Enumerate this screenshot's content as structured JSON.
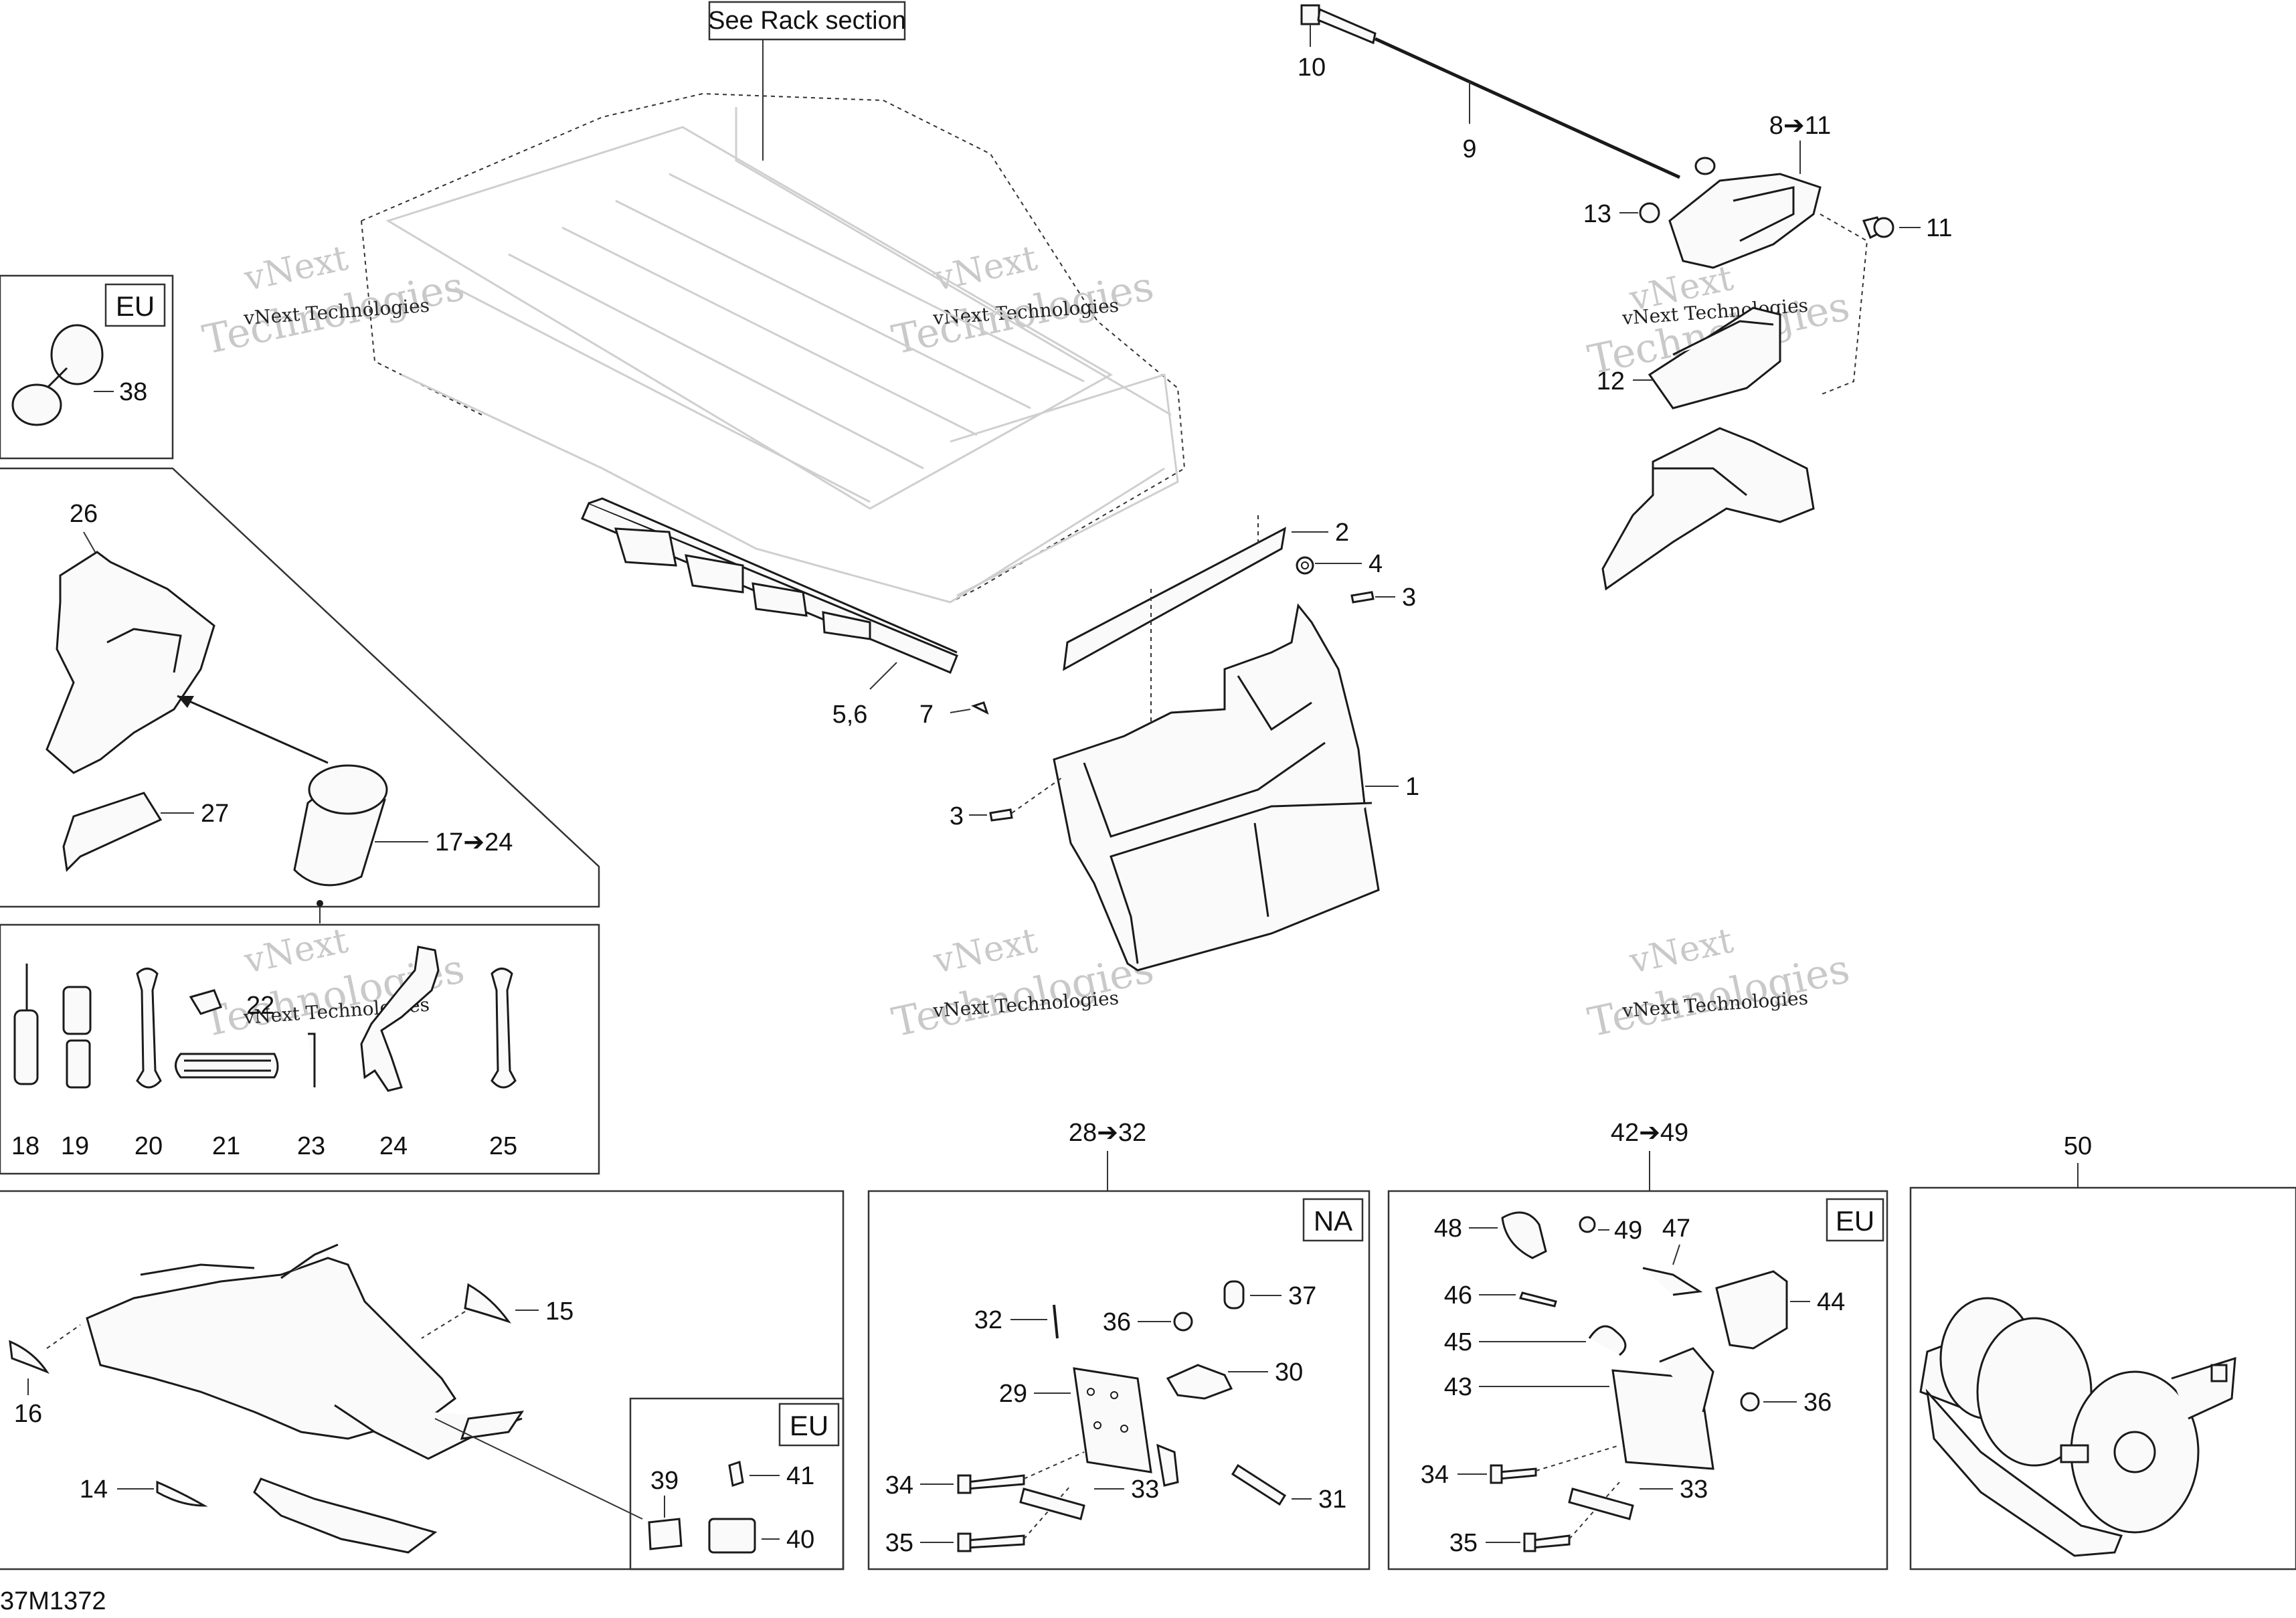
{
  "top_label": "See Rack section",
  "drawing_code": "37M1372",
  "watermark": {
    "line1": "vNext Technologies",
    "line2": "vNext",
    "line3": "Technologies"
  },
  "region_codes": {
    "eu_mirror": "EU",
    "na_kit": "NA",
    "eu_kit": "EU",
    "eu_plate": "EU"
  },
  "callouts": {
    "c1": "1",
    "c2": "2",
    "c3a": "3",
    "c3b": "3",
    "c4": "4",
    "c56": "5,6",
    "c7": "7",
    "c811": "8➔11",
    "c9": "9",
    "c10": "10",
    "c11": "11",
    "c12": "12",
    "c13": "13",
    "c14": "14",
    "c15": "15",
    "c16": "16",
    "c1724": "17➔24",
    "c18": "18",
    "c19": "19",
    "c20": "20",
    "c21": "21",
    "c22": "22",
    "c23": "23",
    "c24": "24",
    "c25": "25",
    "c26": "26",
    "c27": "27",
    "c2832": "28➔32",
    "c29": "29",
    "c30": "30",
    "c31": "31",
    "c32": "32",
    "c33a": "33",
    "c33b": "33",
    "c34a": "34",
    "c34b": "34",
    "c35a": "35",
    "c35b": "35",
    "c36a": "36",
    "c36b": "36",
    "c37": "37",
    "c38": "38",
    "c39": "39",
    "c40": "40",
    "c41": "41",
    "c4249": "42➔49",
    "c43": "43",
    "c44": "44",
    "c45": "45",
    "c46": "46",
    "c47": "47",
    "c48": "48",
    "c49": "49",
    "c50": "50"
  },
  "colors": {
    "line": "#1a1a1a",
    "faint": "#cfcfcf",
    "watermark": "#c9c9c9"
  }
}
